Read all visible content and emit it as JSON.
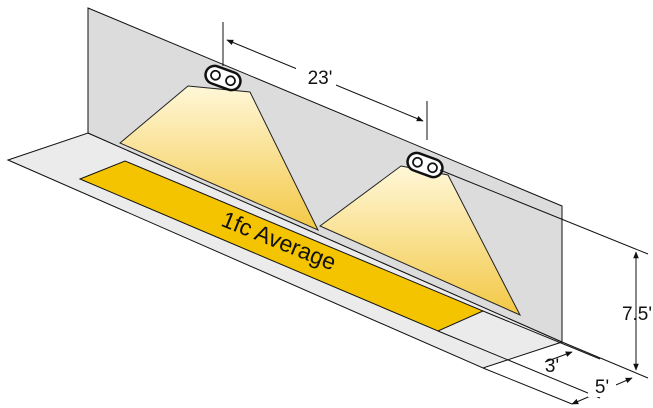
{
  "colors": {
    "wall": "#dcdcdc",
    "floor": "#ebebeb",
    "zone": "#f5c400",
    "light_top": "#f3c845",
    "light_bottom": "#fff7d8",
    "outline": "#111111"
  },
  "illuminated_zone": {
    "label": "1fc Average"
  },
  "dimensions": {
    "spacing": "23'",
    "mounting_height": "7.5'",
    "zone_depth": "3'",
    "floor_depth": "5'"
  },
  "fixtures": [
    {
      "icon": "wall-pack-light-icon"
    },
    {
      "icon": "wall-pack-light-icon"
    }
  ]
}
